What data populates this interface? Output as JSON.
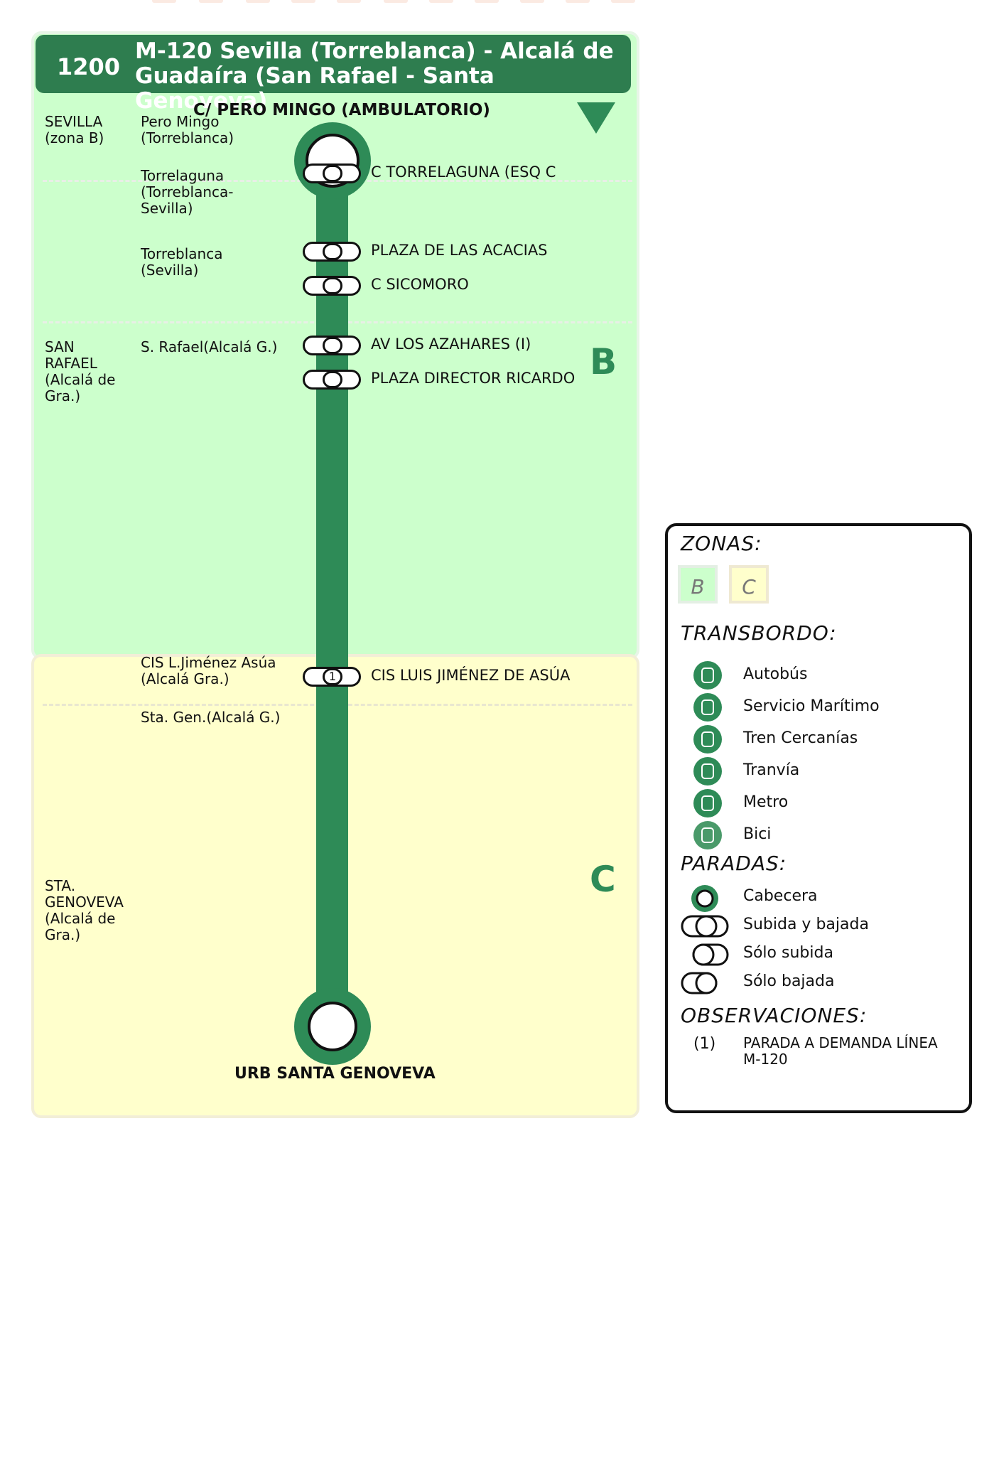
{
  "header": {
    "line_number": "1200",
    "title": "M-120 Sevilla (Torreblanca) - Alcalá de Guadaíra (San Rafael - Santa Genoveva)"
  },
  "terminals": {
    "start": "C/ PERO MINGO (AMBULATORIO)",
    "end": "URB SANTA GENOVEVA"
  },
  "zones": {
    "b_label": "B",
    "c_label": "C"
  },
  "municipalities": [
    {
      "text": "SEVILLA\n(zona B)"
    },
    {
      "text": "SAN\nRAFAEL\n(Alcalá de\nGra.)"
    },
    {
      "text": "STA.\nGENOVEVA\n(Alcalá de\nGra.)"
    }
  ],
  "localities": [
    {
      "text": "Pero Mingo\n(Torreblanca)"
    },
    {
      "text": "Torrelaguna\n(Torreblanca-\nSevilla)"
    },
    {
      "text": "Torreblanca\n(Sevilla)"
    },
    {
      "text": "S. Rafael(Alcalá G.)"
    },
    {
      "text": "CIS L.Jiménez Asúa\n(Alcalá Gra.)"
    },
    {
      "text": "Sta. Gen.(Alcalá G.)"
    }
  ],
  "stops": [
    {
      "name": "C TORRELAGUNA (ESQ C"
    },
    {
      "name": "PLAZA DE LAS ACACIAS"
    },
    {
      "name": "C SICOMORO"
    },
    {
      "name": "AV LOS AZAHARES (I)"
    },
    {
      "name": "PLAZA DIRECTOR RICARDO"
    },
    {
      "name": "CIS LUIS JIMÉNEZ DE ASÚA",
      "note": "1"
    }
  ],
  "legend": {
    "zonas_title": "ZONAS:",
    "zone_b": "B",
    "zone_c": "C",
    "transbordo_title": "TRANSBORDO:",
    "transbordo": [
      "Autobús",
      "Servicio Marítimo",
      "Tren Cercanías",
      "Tranvía",
      "Metro",
      "Bici"
    ],
    "paradas_title": "PARADAS:",
    "paradas": [
      "Cabecera",
      "Subida y bajada",
      "Sólo subida",
      "Sólo bajada"
    ],
    "observaciones_title": "OBSERVACIONES:",
    "obs_code": "(1)",
    "obs_text": "PARADA A DEMANDA LÍNEA\nM-120"
  },
  "colors": {
    "line": "#2e8b57",
    "zone_b": "#ccffcc",
    "zone_c": "#ffffcc",
    "header": "#2e7d4f"
  }
}
